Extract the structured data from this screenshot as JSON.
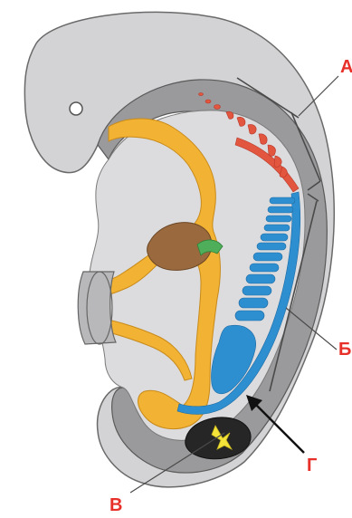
{
  "labels": {
    "a": "А",
    "b": "Б",
    "v": "В",
    "g": "Г"
  },
  "colors": {
    "label": "#e8302a",
    "ectoderm": "#d3d3d5",
    "embryo_body": "#9a9a9c",
    "inner_region": "#dcdcde",
    "gut_yellow": "#f2b233",
    "liver_brown": "#9a6a3e",
    "green_bud": "#4fae5a",
    "red_pronephros": "#e2553e",
    "blue_mesonephros": "#2e8fd0",
    "cloaca_dark": "#262626",
    "ureteric_yellow": "#f4e43a"
  }
}
